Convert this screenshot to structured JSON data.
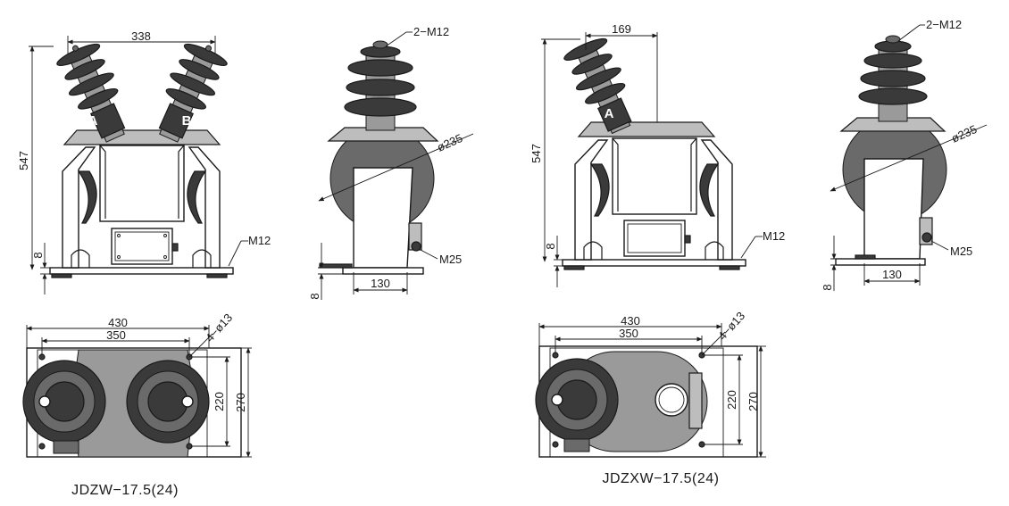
{
  "models": [
    {
      "caption": "JDZW−17.5(24)",
      "front": {
        "width": "338",
        "height": "547",
        "base": "8",
        "bolt": "M12",
        "phase_a": "A",
        "phase_b": "B"
      },
      "side": {
        "terminal": "2−M12",
        "diameter": "ø235",
        "earth": "M25",
        "width": "130",
        "base": "8"
      },
      "plan": {
        "overall_width": "430",
        "hole_span": "350",
        "holes": "4−ø13",
        "hole_depth": "220",
        "overall_depth": "270"
      }
    },
    {
      "caption": "JDZXW−17.5(24)",
      "front": {
        "offset": "169",
        "height": "547",
        "base": "8",
        "bolt": "M12",
        "phase_a": "A"
      },
      "side": {
        "terminal": "2−M12",
        "diameter": "ø235",
        "earth": "M25",
        "width": "130",
        "base": "8"
      },
      "plan": {
        "overall_width": "430",
        "hole_span": "350",
        "holes": "4−ø13",
        "hole_depth": "220",
        "overall_depth": "270"
      }
    }
  ]
}
